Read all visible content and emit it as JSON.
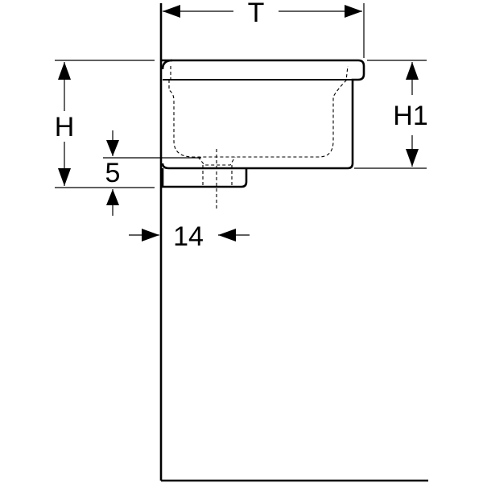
{
  "dimensions": {
    "depth_label": "T",
    "height_label": "H",
    "bowl_height_label": "H1",
    "offset_5_label": "5",
    "offset_14_label": "14"
  }
}
